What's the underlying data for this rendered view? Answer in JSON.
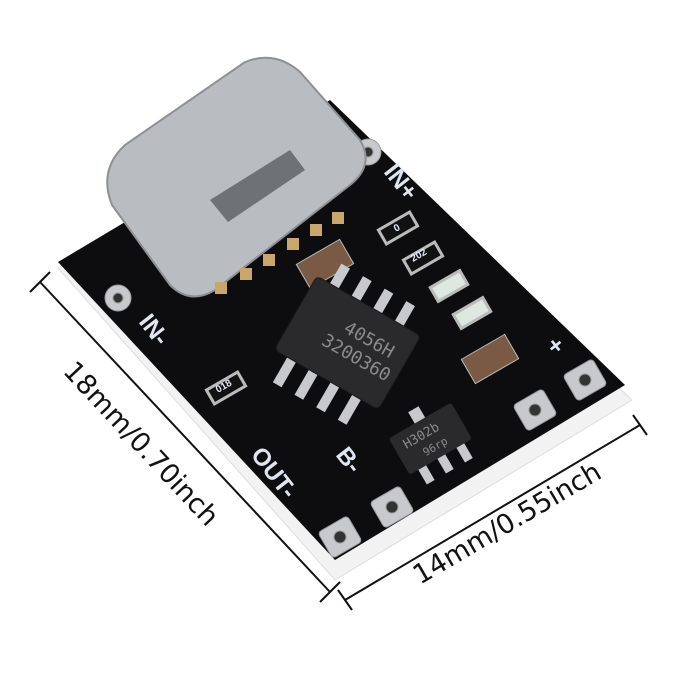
{
  "dimensions": {
    "length_label": "18mm/0.70inch",
    "width_label": "14mm/0.55inch"
  },
  "board": {
    "silkscreen": {
      "in_plus": "IN+",
      "in_minus": "IN-",
      "out_minus": "OUT-",
      "b_minus": "B-",
      "plus": "+"
    },
    "chip": {
      "line1": "4056H",
      "line2": "3200360"
    },
    "transistor": {
      "line1": "H302b",
      "line2": "96rp"
    },
    "resistors": {
      "r1": "0",
      "r2": "202",
      "r3": "018"
    }
  },
  "colors": {
    "pcb": "#0d0d0f",
    "base": "#f2f2f2",
    "connector": "#b9bcc0",
    "chip": "#2a2a2c",
    "pad": "#c7c9cc",
    "capacitor": "#7a5a45"
  }
}
